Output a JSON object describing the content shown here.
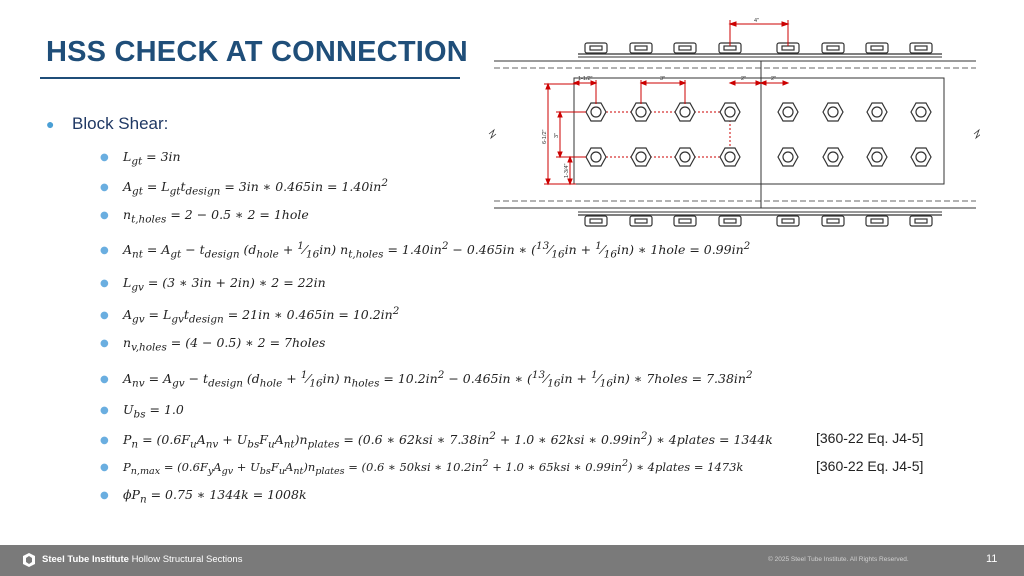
{
  "slide": {
    "title": "HSS CHECK AT CONNECTION",
    "main_bullet": "Block Shear:",
    "equations": [
      "L_gt = 3in",
      "A_gt = L_gt t_design = 3in * 0.465in = 1.40in²",
      "n_t,holes = 2 − 0.5 * 2 = 1hole",
      "A_nt = A_gt − t_design (d_hole + 1/16 in) n_t,holes = 1.40in² − 0.465in * (13/16 in + 1/16 in) * 1hole = 0.99in²",
      "L_gv = (3 * 3in + 2in) * 2 = 22in",
      "A_gv = L_gv t_design = 21in * 0.465in = 10.2in²",
      "n_v,holes = (4 − 0.5) * 2 = 7holes",
      "A_nv = A_gv − t_design (d_hole + 1/16 in) n_holes = 10.2in² − 0.465in * (13/16 in + 1/16 in) * 7holes = 7.38in²",
      "U_bs = 1.0",
      "P_n = (0.6F_u A_nv + U_bs F_u A_nt) n_plates = (0.6 * 62ksi * 7.38in² + 1.0 * 62ksi * 0.99in²) * 4plates = 1344k",
      "P_n,max = (0.6F_y A_gv + U_bs F_u A_nt) n_plates = (0.6 * 50ksi * 10.2in² + 1.0 * 65ksi * 0.99in²) * 4plates = 1473k",
      "φP_n = 0.75 * 1344k = 1008k"
    ],
    "references": [
      "[360-22 Eq. J4-5]",
      "[360-22 Eq. J4-5]"
    ]
  },
  "diagram": {
    "dimensions": {
      "top_spacing": "4\"",
      "edge_distance": "1-1/2\"",
      "pitch": "3\"",
      "gap_left": "2\"",
      "gap_right": "2\"",
      "vertical_total": "6-1/2\"",
      "vertical_middle": "3\"",
      "vertical_edge": "1-3/4\""
    }
  },
  "footer": {
    "brand_bold": "Steel Tube Institute",
    "brand_rest": "Hollow Structural Sections",
    "copyright": "© 2025 Steel Tube Institute. All Rights Reserved.",
    "page_number": "11"
  },
  "colors": {
    "title": "#1f4e79",
    "bullet": "#4a9fd5",
    "dimension": "#cc0000",
    "footer_bg": "#7a7a7a"
  }
}
